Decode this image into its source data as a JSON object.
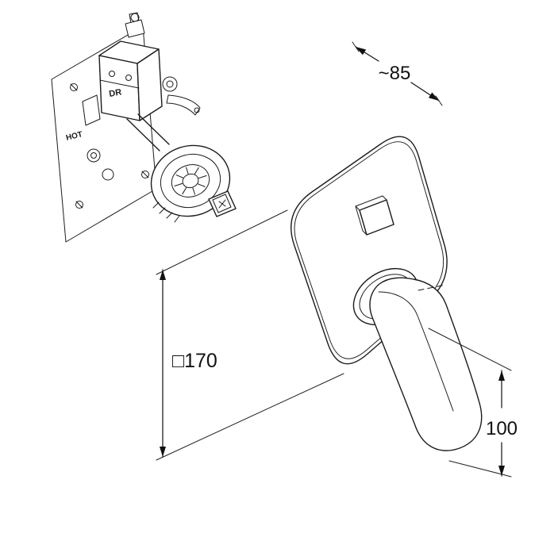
{
  "diagram": {
    "type": "technical-drawing",
    "subject": "concealed single-lever mixer with trim plate and lever handle",
    "colors": {
      "line": "#1c1c1c",
      "dimension": "#111111",
      "background": "#ffffff"
    },
    "dimensions": {
      "depth": "~85",
      "plate": "□170",
      "handle": "100"
    },
    "valve_labels": {
      "dr": "DR",
      "hot": "HOT"
    }
  }
}
